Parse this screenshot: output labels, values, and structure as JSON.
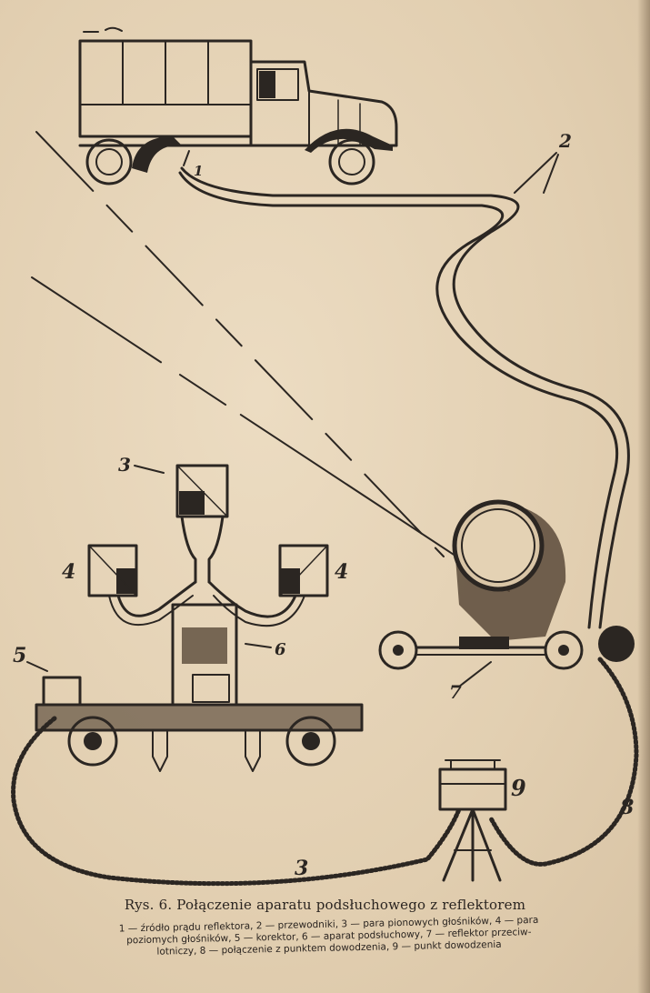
{
  "figure": {
    "caption": "Rys. 6.  Połączenie aparatu podsłuchowego z reflektorem",
    "legend_lines": [
      "1 — źródło prądu reflektora, 2 — przewodniki, 3 — para pionowych głośników, 4 — para",
      "poziomych głośników, 5 — korektor, 6 — aparat podsłuchowy, 7 — reflektor przeciw-",
      "lotniczy, 8 — połączenie z punktem dowodzenia, 9 — punkt dowodzenia"
    ],
    "labels": {
      "l1": "1",
      "l2": "2",
      "l3": "3",
      "l4a": "4",
      "l4b": "4",
      "l5": "5",
      "l6": "6",
      "l7": "7",
      "l8": "8",
      "l9": "9",
      "l3b": "3"
    }
  }
}
